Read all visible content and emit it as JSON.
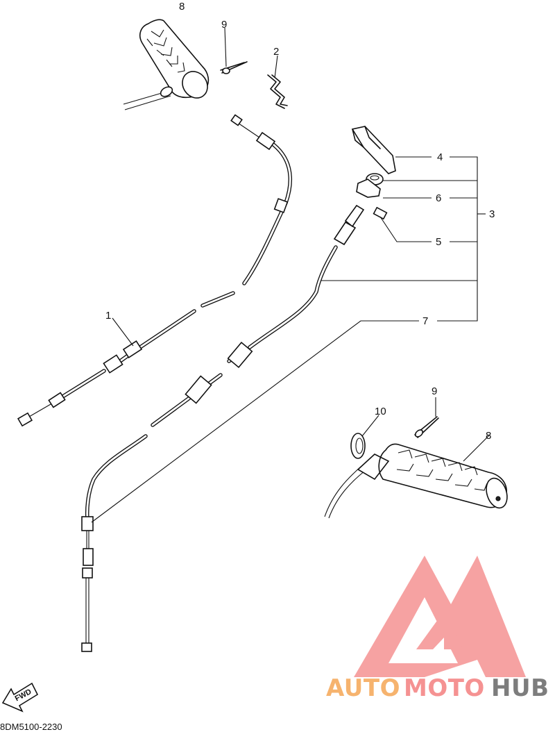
{
  "diagram": {
    "part_numbers": {
      "p1": "1",
      "p2": "2",
      "p3": "3",
      "p4": "4",
      "p5": "5",
      "p6": "6",
      "p7": "7",
      "p8_top": "8",
      "p8_bottom": "8",
      "p9_top": "9",
      "p9_bottom": "9",
      "p10": "10"
    },
    "drawing_code": "8DM5100-2230",
    "direction_label": "FWD"
  },
  "watermark": {
    "word_part_1": "AUTO",
    "word_part_2": "MOTO",
    "word_part_3": "HUB",
    "color_orange": "#f6b36e",
    "color_red": "#f59292",
    "color_gray": "#7d7d7d"
  }
}
